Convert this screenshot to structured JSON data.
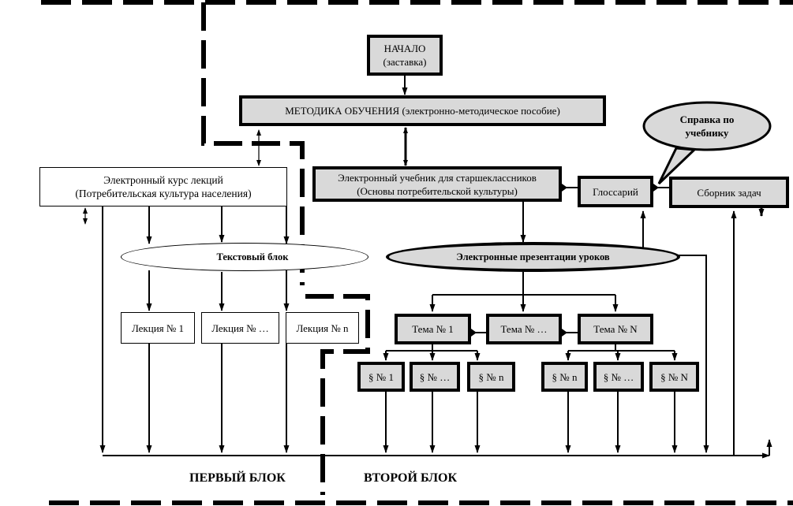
{
  "start": {
    "title": "НАЧАЛО",
    "subtitle": "(заставка)"
  },
  "methodology": "МЕТОДИКА ОБУЧЕНИЯ (электронно-методическое пособие)",
  "lecture_course": {
    "line1": "Электронный курс лекций",
    "line2": "(Потребительская культура населения)"
  },
  "text_block": "Текстовый блок",
  "lectures": [
    "Лекция № 1",
    "Лекция № …",
    "Лекция № n"
  ],
  "textbook": {
    "line1": "Электронный учебник для старшеклассников",
    "line2": "(Основы потребительской культуры)"
  },
  "glossary": "Глоссарий",
  "problems": "Сборник задач",
  "help_bubble": {
    "line1": "Справка по",
    "line2": "учебнику"
  },
  "presentations": "Электронные презентации уроков",
  "topics": [
    "Тема № 1",
    "Тема № …",
    "Тема № N"
  ],
  "paragraphs": [
    "§ № 1",
    "§ № …",
    "§ № n",
    "§ № n",
    "§ № …",
    "§ № N"
  ],
  "block_labels": {
    "first": "ПЕРВЫЙ БЛОК",
    "second": "ВТОРОЙ БЛОК"
  }
}
